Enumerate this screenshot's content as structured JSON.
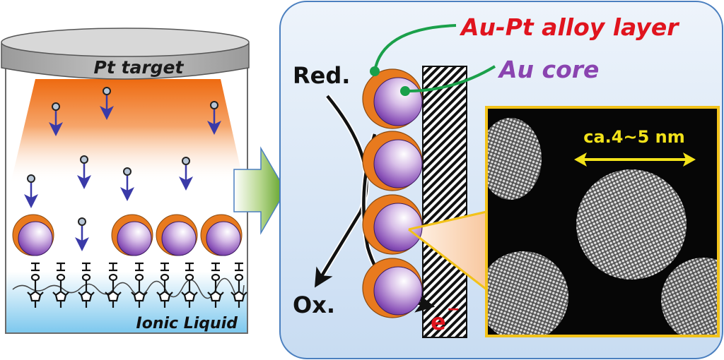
{
  "left_panel": {
    "target_label": "Pt target",
    "liquid_label": "Ionic Liquid",
    "plume_color": "#f07a1e",
    "liquid_color": "#8fd0f0",
    "atom_arrow_color": "#3a3aa8"
  },
  "transition_arrow": {
    "direction": "right",
    "color": "#6aaa2a"
  },
  "right_panel": {
    "background_color": "#d6e6f6",
    "border_color": "#4a7fbf",
    "alloy_label": "Au-Pt alloy layer",
    "alloy_label_color": "#e0141e",
    "core_label": "Au core",
    "core_label_color": "#8a44b0",
    "leader_color": "#1aa04a",
    "reduction_label": "Red.",
    "oxidation_label": "Ox.",
    "electron_label": "e",
    "electron_superscript": "−",
    "electron_color": "#e0141e",
    "shell_color": "#e87a1e",
    "core_color": "#8a52b8"
  },
  "tem_inset": {
    "frame_color": "#f2c21a",
    "scale_label": "ca.4~5 nm",
    "scale_color": "#f2e21a"
  }
}
